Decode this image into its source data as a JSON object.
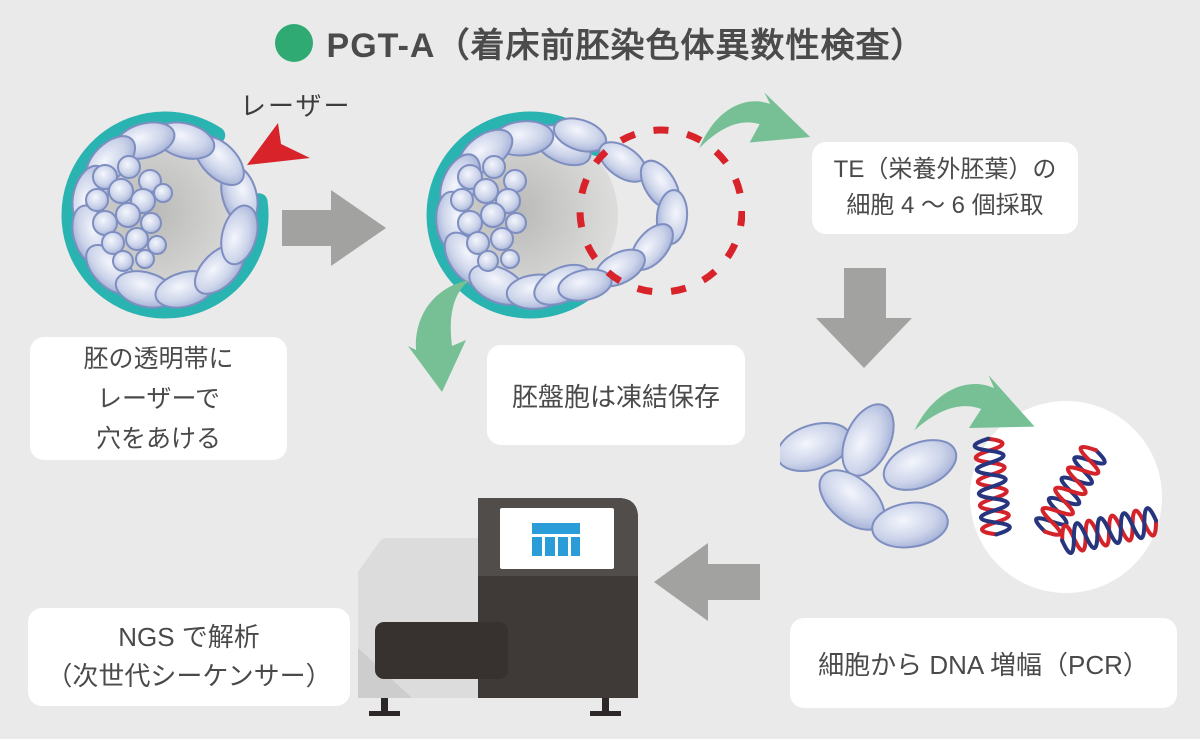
{
  "title": {
    "text": "PGT-A（着床前胚染色体異数性検査）",
    "bullet_icon": "green-circle-bullet"
  },
  "labels": {
    "laser": "レーザー"
  },
  "steps": {
    "zona": {
      "lines": [
        "胚の透明帯に",
        "レーザーで",
        "穴をあける"
      ]
    },
    "freeze": {
      "lines": [
        "胚盤胞は凍結保存"
      ]
    },
    "te": {
      "lines": [
        "TE（栄養外胚葉）の",
        "細胞 4 ～ 6 個採取"
      ]
    },
    "pcr": {
      "lines": [
        "細胞から DNA 増幅（PCR）"
      ]
    },
    "ngs": {
      "lines": [
        "NGS で解析",
        "（次世代シーケンサー）"
      ]
    }
  },
  "icons": {
    "laser_pointer": "red-laser-arrow",
    "flow_right": "gray-arrow-right",
    "flow_down": "gray-arrow-down",
    "flow_left": "gray-arrow-left",
    "swoosh_to_te": "green-curved-arrow",
    "swoosh_to_freeze": "green-curved-arrow",
    "swoosh_to_dna": "green-curved-arrow",
    "biopsy_area": "red-dashed-circle",
    "sequencer": "ngs-machine-illustration",
    "embryo": "blastocyst-illustration",
    "dna": "dna-double-helix"
  },
  "colors": {
    "background": "#e9eae9",
    "title_text": "#4b4b4b",
    "box_text": "#4a4a4a",
    "box_bg": "#ffffff",
    "green_bullet": "#2faa72",
    "green_arrow": "#77c095",
    "gray_arrow": "#a2a2a1",
    "teal_ring": "#29b3b1",
    "laser_red": "#d8232a",
    "cell_outline": "#7e8ec0",
    "cell_fill": "#f4f6fc",
    "cell_shade": "#97a4cf",
    "embryo_core": "#b9b9b8",
    "dna_red": "#d5232b",
    "dna_blue": "#27357e",
    "machine_light": "#dbdcdb",
    "machine_dark": "#3f3a37",
    "machine_top": "#514d4a",
    "machine_screen_blue": "#2a9cd8"
  }
}
